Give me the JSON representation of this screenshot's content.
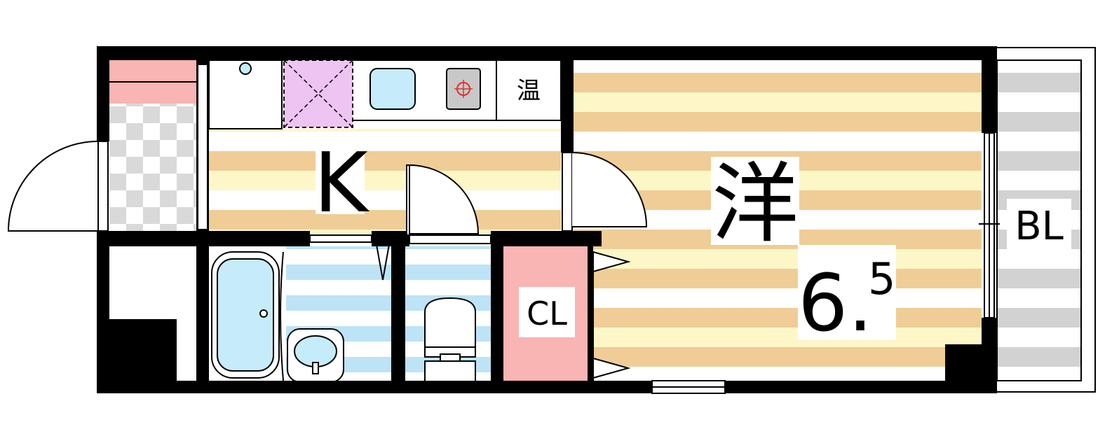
{
  "floor_plan": {
    "rooms": {
      "kitchen": {
        "label": "K"
      },
      "western_room": {
        "label": "洋",
        "size_main": "6.",
        "size_sup": "5"
      },
      "closet": {
        "label": "CL"
      },
      "balcony": {
        "label": "BL"
      }
    },
    "fixtures": {
      "water_heater": {
        "label": "温"
      }
    },
    "colors": {
      "wall": "#000000",
      "floor_stripe_dark": "#f0cd96",
      "floor_stripe_light": "#fdf7c8",
      "entrance_pink": "#f9b4b4",
      "closet_pink": "#f9b4b4",
      "bath_blue": "#bde3f6",
      "fixture_blue": "#c6ebfa",
      "washer_purple": "#eec4f2",
      "stove_gray": "#c8c8c8",
      "balcony_gray": "#d2d2d2",
      "checker_gray": "#d9d9d9"
    }
  }
}
